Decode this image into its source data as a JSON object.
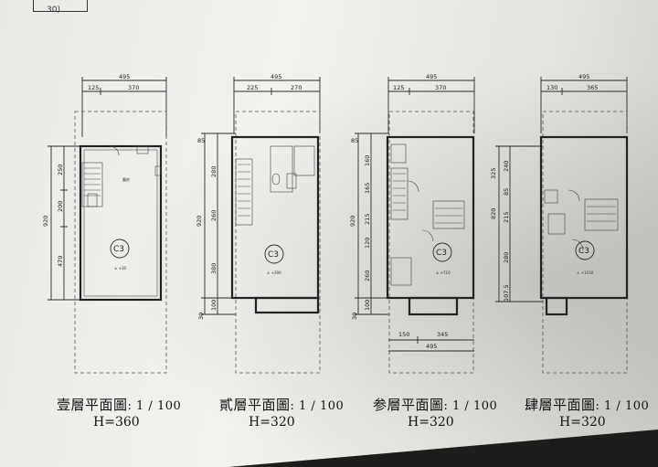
{
  "sheet": {
    "corner_mark": "30)",
    "c3_label": "C3",
    "room_label_small": "廳房"
  },
  "plans": [
    {
      "title": "壹層平面圖",
      "scale": ": 1 / 100",
      "height": "H=360",
      "top_total": "495",
      "top_parts": [
        "125",
        "370"
      ],
      "left_total": "920",
      "left_parts": [
        "250",
        "200",
        "470"
      ],
      "level": "± +30"
    },
    {
      "title": "貳層平面圖",
      "scale": ": 1 / 100",
      "height": "H=320",
      "top_total": "495",
      "top_parts": [
        "225",
        "270"
      ],
      "left_total": "920",
      "left_parts": [
        "85",
        "280",
        "260",
        "380",
        "30",
        "100"
      ],
      "level": "± +390"
    },
    {
      "title": "参層平面圖",
      "scale": ": 1 / 100",
      "height": "H=320",
      "top_total": "495",
      "top_parts": [
        "125",
        "370"
      ],
      "left_total": "920",
      "left_parts": [
        "85",
        "160",
        "165",
        "215",
        "120",
        "260",
        "30",
        "100"
      ],
      "bottom_total": "495",
      "bottom_parts": [
        "150",
        "345"
      ],
      "level": "± +710"
    },
    {
      "title": "肆層平面圖",
      "scale": ": 1 / 100",
      "height": "H=320",
      "top_total": "495",
      "top_parts": [
        "130",
        "365"
      ],
      "left_total": "820",
      "left_parts": [
        "325",
        "240",
        "85",
        "215",
        "280",
        "107.5"
      ],
      "level": "± +1030"
    }
  ]
}
